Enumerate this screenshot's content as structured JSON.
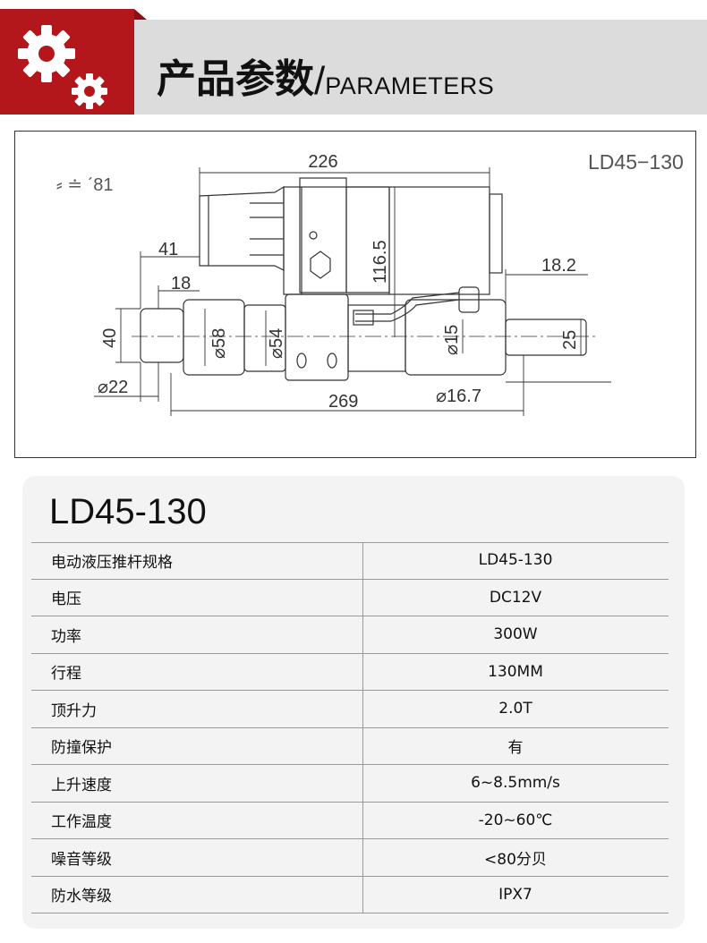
{
  "header": {
    "title_cn": "产品参数",
    "slash": "/",
    "title_en": "PARAMETERS",
    "icon": "gears-icon",
    "colors": {
      "accent": "#b3161b",
      "banner": "#dcdcdc"
    }
  },
  "drawing": {
    "model_label": "LD45−130",
    "angle_note": "⸗ ≐ ˊ81",
    "dimensions": {
      "overall_top": "226",
      "left_offset": "41",
      "left_step": "18",
      "height_total": "116.5",
      "right_step": "18.2",
      "left_height": "40",
      "dia_58": "⌀58",
      "dia_54": "⌀54",
      "dia_15": "⌀15",
      "right_height": "25",
      "dia_16_7": "⌀16.7",
      "dia_22": "⌀22",
      "overall_bottom": "269"
    }
  },
  "spec": {
    "model": "LD45-130",
    "rows": [
      {
        "key": "电动液压推杆规格",
        "value": "LD45-130"
      },
      {
        "key": "电压",
        "value": "DC12V"
      },
      {
        "key": "功率",
        "value": "300W"
      },
      {
        "key": "行程",
        "value": "130MM"
      },
      {
        "key": "顶升力",
        "value": "2.0T"
      },
      {
        "key": "防撞保护",
        "value": "有"
      },
      {
        "key": "上升速度",
        "value": "6~8.5mm/s"
      },
      {
        "key": "工作温度",
        "value": "-20~60℃"
      },
      {
        "key": "噪音等级",
        "value": "<80分贝"
      },
      {
        "key": "防水等级",
        "value": "IPX7"
      }
    ]
  }
}
